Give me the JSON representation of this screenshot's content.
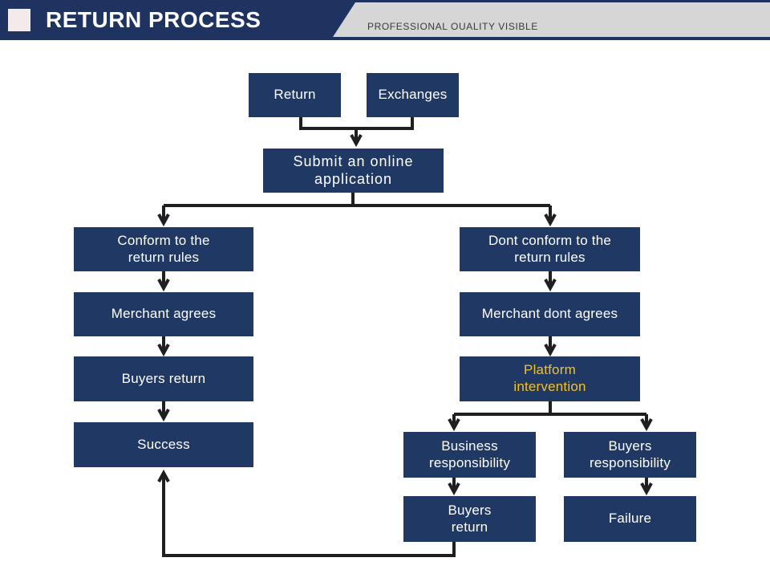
{
  "slide": {
    "background": "#FFFFFF"
  },
  "header": {
    "title": "RETURN PROCESS",
    "subtitle": "PROFESSIONAL OUALITY VISIBLE",
    "colors": {
      "navy": "#1E3360",
      "ribbon_gray": "#D6D6D6",
      "accent_square": "#F3EBEB",
      "title_text": "#FFFFFF",
      "subtitle_text": "#3A3A3A"
    }
  },
  "flowchart": {
    "colors": {
      "box": "#1F3864",
      "box_text": "#FFFFFF",
      "highlight_text": "#F2C12E",
      "connector": "#1F1F1F"
    },
    "nodes": {
      "return": "Return",
      "exchanges": "Exchanges",
      "submit": "Submit an online\napplication",
      "conform": "Conform to the\nreturn rules",
      "merchant_agrees": "Merchant agrees",
      "buyers_return": "Buyers return",
      "success": "Success",
      "dont_conform": "Dont conform to the\nreturn rules",
      "merchant_dont_agrees": "Merchant dont agrees",
      "platform_intervention": "Platform\nintervention",
      "business_responsibility": "Business\nresponsibility",
      "buyers_responsibility": "Buyers\nresponsibility",
      "buyers_return_2": "Buyers\nreturn",
      "failure": "Failure"
    },
    "edges": [
      {
        "from": "return",
        "to": "submit"
      },
      {
        "from": "exchanges",
        "to": "submit"
      },
      {
        "from": "submit",
        "to": "conform"
      },
      {
        "from": "submit",
        "to": "dont_conform"
      },
      {
        "from": "conform",
        "to": "merchant_agrees"
      },
      {
        "from": "merchant_agrees",
        "to": "buyers_return"
      },
      {
        "from": "buyers_return",
        "to": "success"
      },
      {
        "from": "dont_conform",
        "to": "merchant_dont_agrees"
      },
      {
        "from": "merchant_dont_agrees",
        "to": "platform_intervention"
      },
      {
        "from": "platform_intervention",
        "to": "business_responsibility"
      },
      {
        "from": "platform_intervention",
        "to": "buyers_responsibility"
      },
      {
        "from": "business_responsibility",
        "to": "buyers_return_2"
      },
      {
        "from": "buyers_responsibility",
        "to": "failure"
      },
      {
        "from": "buyers_return_2",
        "to": "success"
      }
    ]
  }
}
